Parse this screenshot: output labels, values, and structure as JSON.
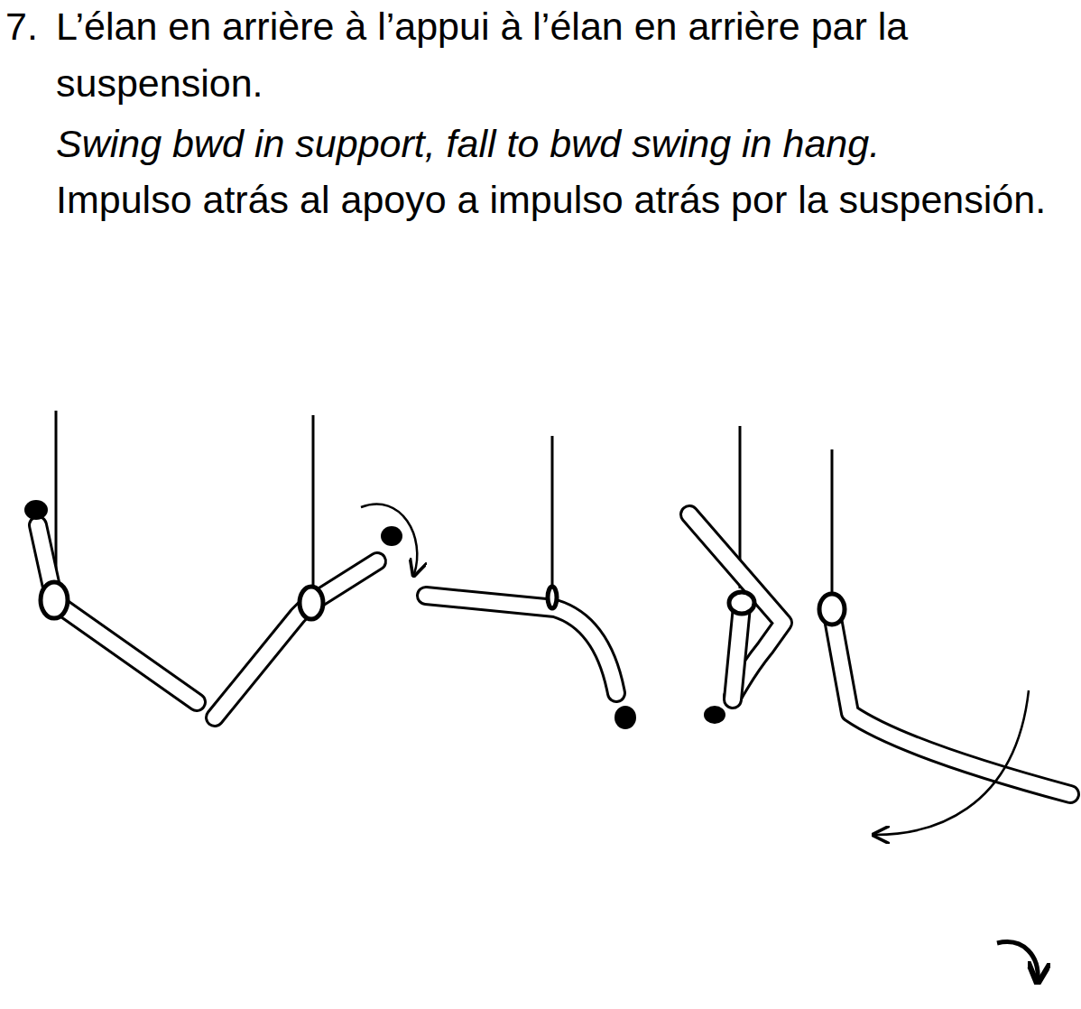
{
  "diagram": {
    "title": "L’élan en arrière à l’appui à l’élan en arrière par la suspension.",
    "labels": [
      "7.",
      "Swing bwd in support, fall to bwd swing in hang.",
      "Impulso atrás al apoyo a impulso atrás por la suspensión."
    ]
  }
}
